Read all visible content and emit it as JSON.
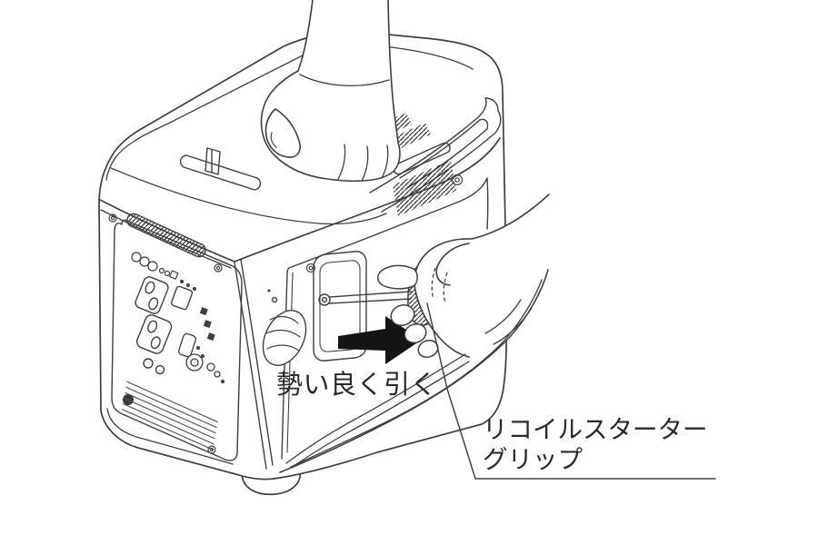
{
  "figure": {
    "kind": "instruction-illustration",
    "subject": "portable generator recoil starter pull",
    "background_color": "#ffffff",
    "line_color": "#3f3f3f",
    "arrow_color": "#151515",
    "text_color": "#262626"
  },
  "labels": {
    "pull_instruction": "勢い良く引く",
    "recoil_grip_line1": "リコイルスターター",
    "recoil_grip_line2": "グリップ"
  }
}
